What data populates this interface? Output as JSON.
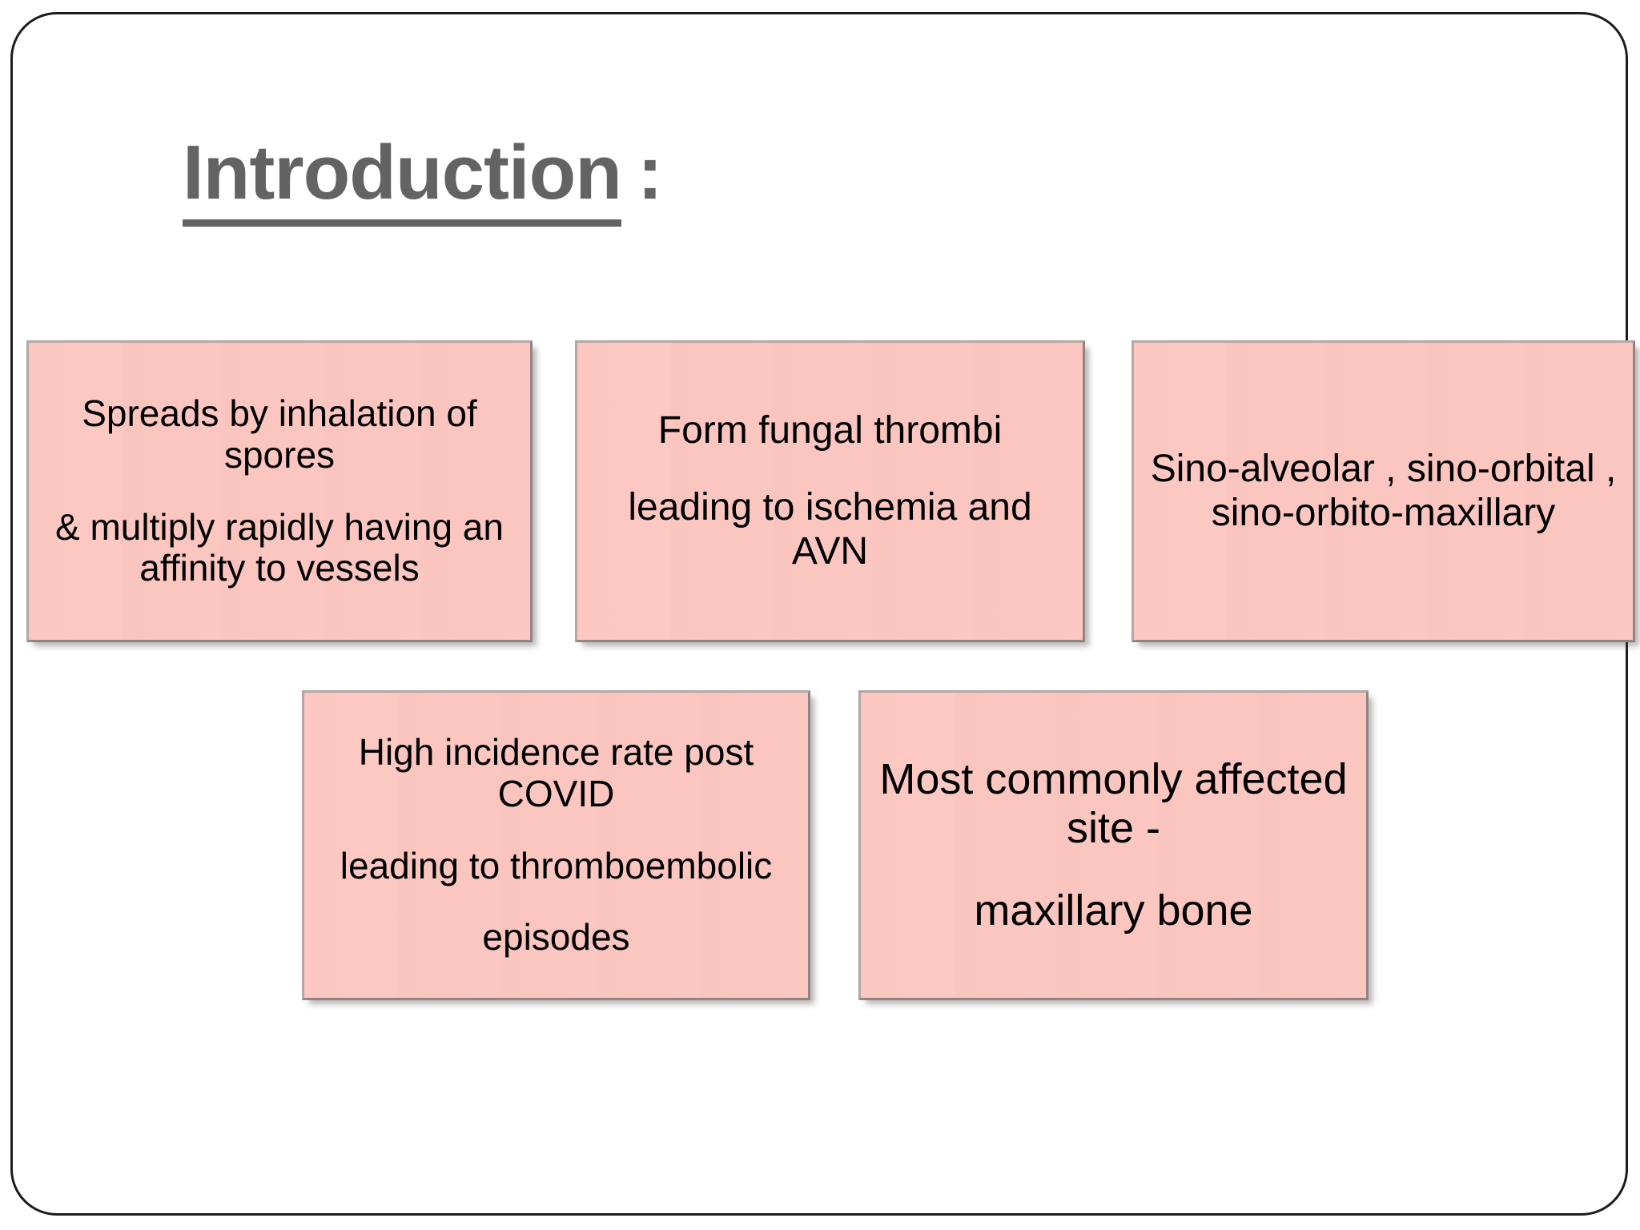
{
  "slide": {
    "title": {
      "underlined_word": "Introduction",
      "suffix": ":"
    },
    "boxes": [
      {
        "id": "box-1",
        "name": "spread-mechanism-box",
        "paragraphs": [
          "Spreads by inhalation of spores",
          "& multiply rapidly having an affinity to vessels"
        ]
      },
      {
        "id": "box-2",
        "name": "fungal-thrombi-box",
        "paragraphs": [
          "Form fungal thrombi",
          "leading to ischemia and AVN"
        ]
      },
      {
        "id": "box-3",
        "name": "anatomic-patterns-box",
        "paragraphs": [
          "Sino-alveolar , sino-orbital , sino-orbito-maxillary"
        ]
      },
      {
        "id": "box-4",
        "name": "covid-incidence-box",
        "paragraphs": [
          "High incidence rate post COVID",
          "leading to thromboembolic",
          "episodes"
        ]
      },
      {
        "id": "box-5",
        "name": "affected-site-box",
        "paragraphs": [
          "Most commonly affected site -",
          "maxillary bone"
        ]
      }
    ],
    "colors": {
      "box_fill": "#fbc7c0",
      "box_border_light": "#b3a8a6",
      "box_border_dark": "#8f8583",
      "title_text": "#636363",
      "body_text": "#000000",
      "slide_border": "#1c1c1c",
      "background": "#ffffff"
    }
  }
}
